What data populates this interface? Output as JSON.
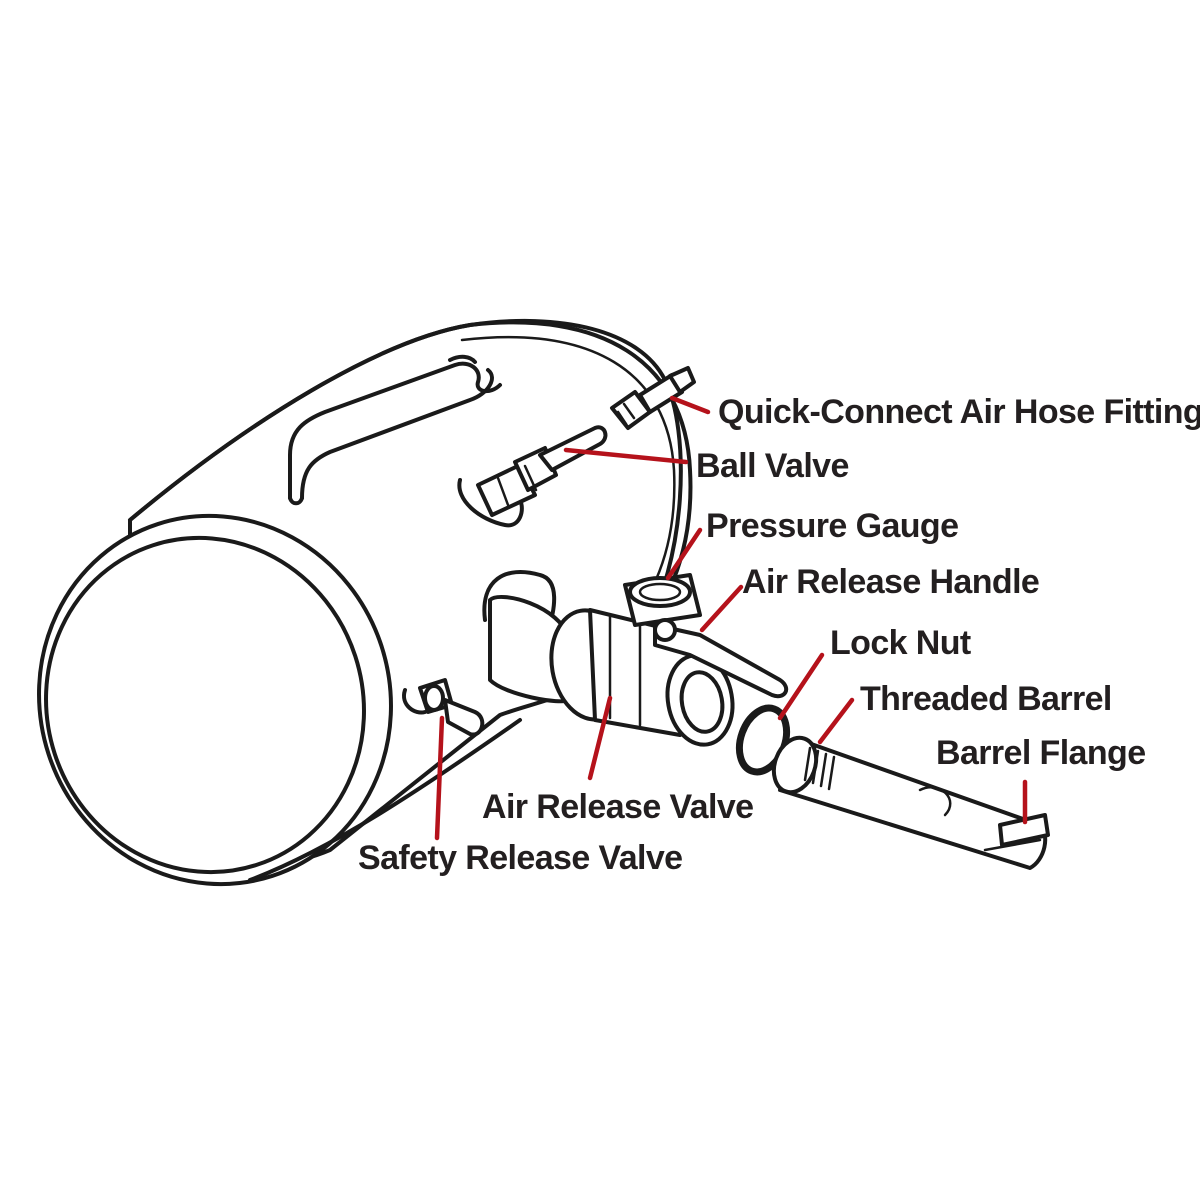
{
  "labels": {
    "quick_connect": "Quick-Connect Air Hose Fitting",
    "ball_valve": "Ball Valve",
    "pressure_gauge": "Pressure Gauge",
    "air_release_handle": "Air Release Handle",
    "lock_nut": "Lock Nut",
    "threaded_barrel": "Threaded Barrel",
    "barrel_flange": "Barrel Flange",
    "air_release_valve": "Air Release Valve",
    "safety_release_valve": "Safety Release Valve"
  },
  "colors": {
    "leader": "#b5121b",
    "ink": "#1a1a1a",
    "text": "#231f20",
    "background": "#ffffff"
  }
}
